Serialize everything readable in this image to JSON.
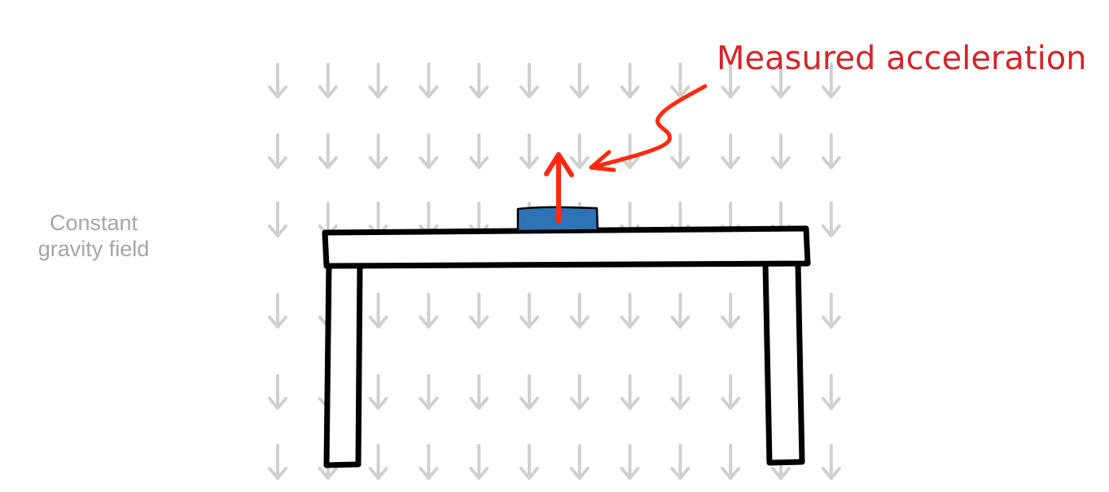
{
  "gravity_label": {
    "line1": "Constant",
    "line2": "gravity field"
  },
  "acceleration_label": "Measured acceleration",
  "icons": {
    "field_arrow": "down-arrow-icon",
    "acceleration_arrow": "up-arrow-icon",
    "pointer": "curved-pointer-arrow-icon"
  },
  "colors": {
    "field_arrows": "#d0d0d0",
    "field_label": "#a6a6a6",
    "block": "#2e74b5",
    "acceleration_arrow": "#ff2a10",
    "acceleration_label": "#d4262b",
    "table_outline": "#000000"
  }
}
